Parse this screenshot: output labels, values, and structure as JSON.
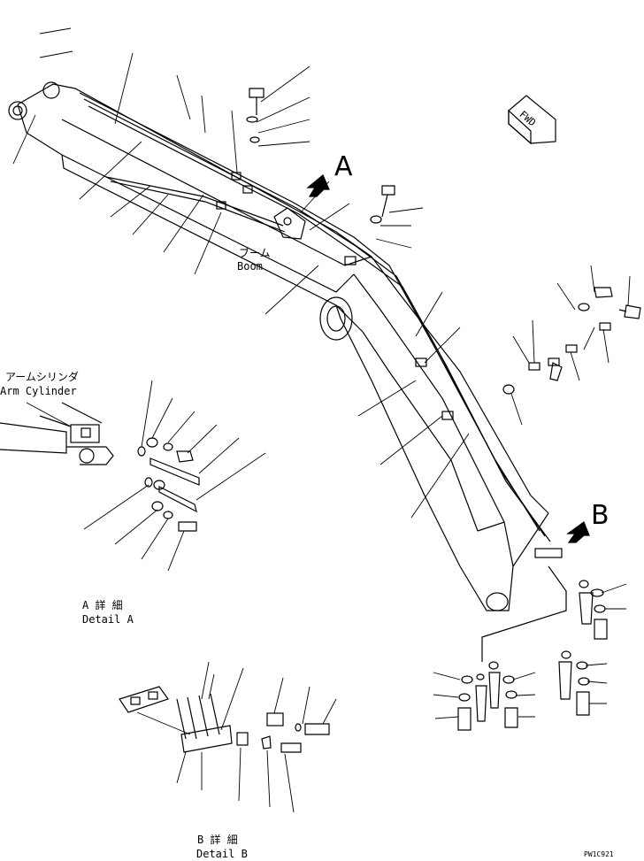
{
  "labels": {
    "view_a": "A",
    "view_b": "B",
    "boom_jp": "ブーム",
    "boom_en": "Boom",
    "arm_cyl_jp": "アームシリンダ",
    "arm_cyl_en": "Arm Cylinder",
    "detail_a_jp": "A 詳 細",
    "detail_a_en": "Detail A",
    "detail_b_jp": "B 詳 細",
    "detail_b_en": "Detail B",
    "fwd": "FWD",
    "drawing_code": "PW1C921"
  }
}
